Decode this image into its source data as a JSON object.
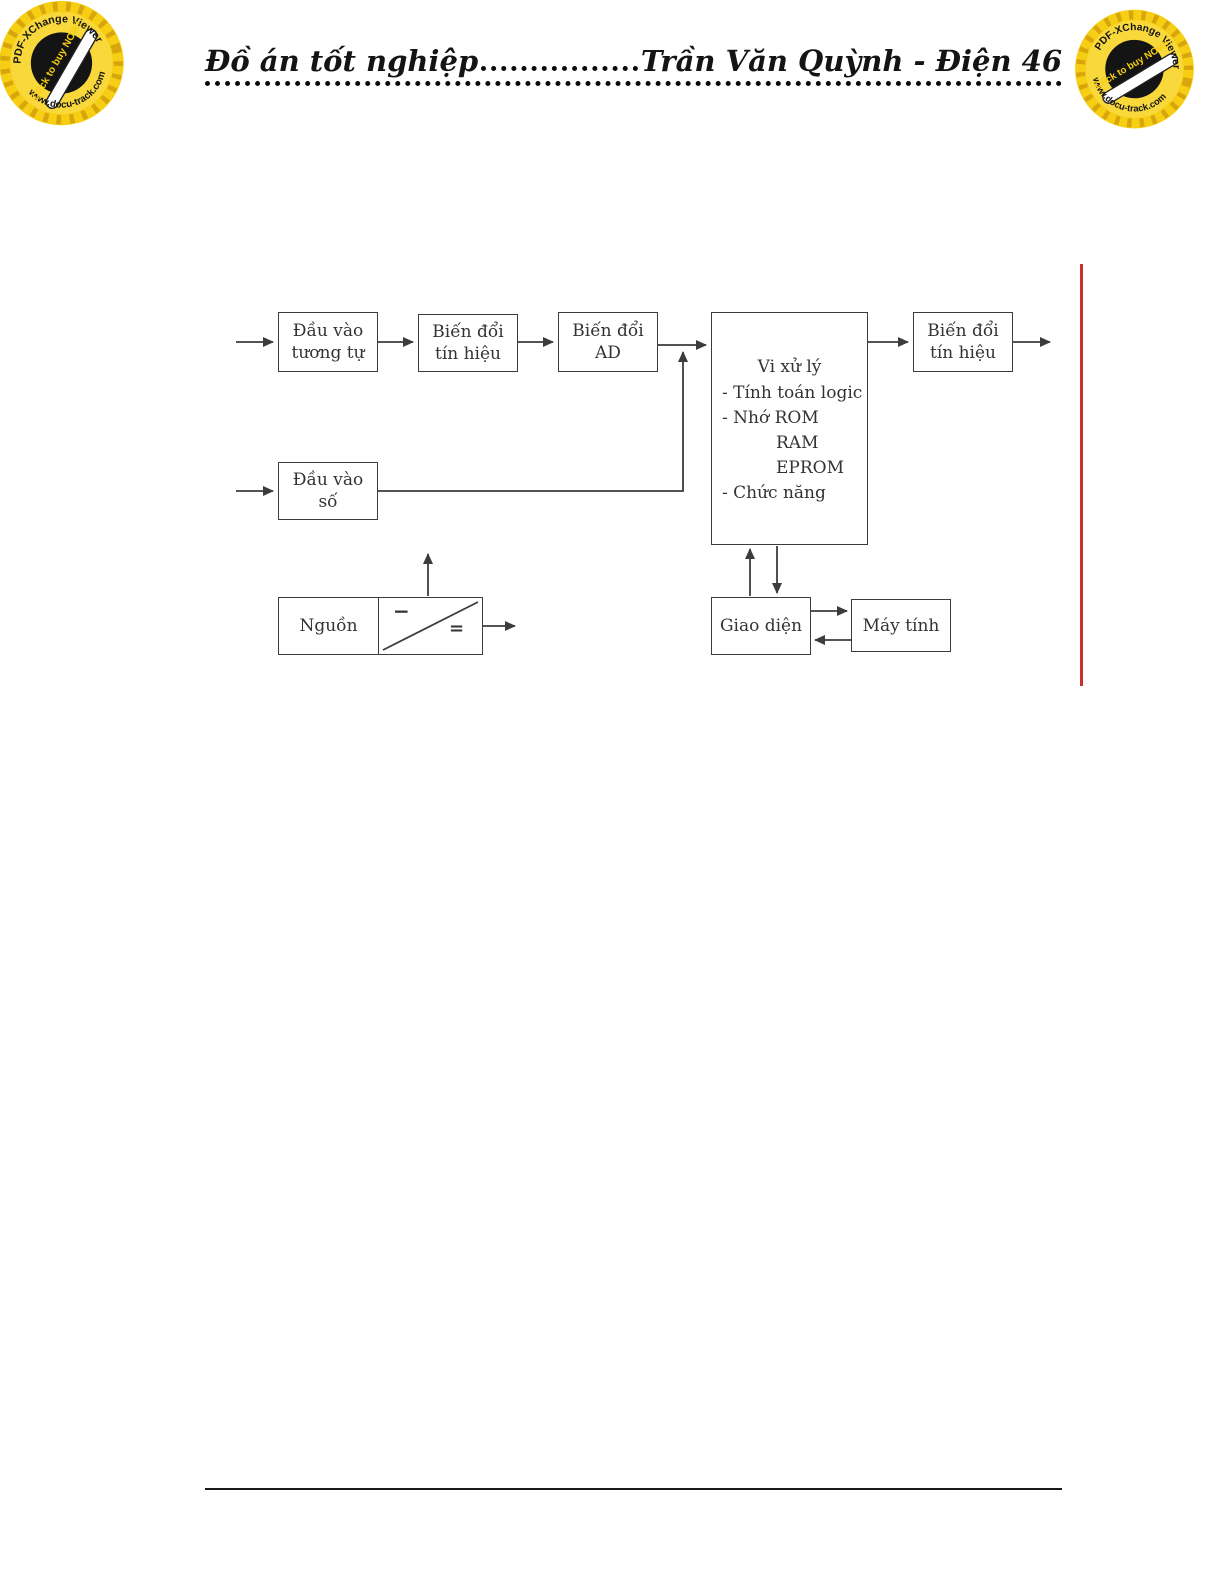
{
  "header": {
    "left_title": "Đồ án tốt nghiệp",
    "right_title": "Trần Văn Quỳnh - Điện 46"
  },
  "stamp": {
    "top_text": "PDF-XChange Viewer",
    "middle_text": "Click to buy NOW!",
    "bottom_text": "www.docu-track.com"
  },
  "diagram": {
    "analog_input": {
      "line1": "Đầu vào",
      "line2": "tương tự"
    },
    "signal_conv_in": {
      "line1": "Biến đổi",
      "line2": "tín hiệu"
    },
    "ad_conv": {
      "line1": "Biến đổi",
      "line2": "AD"
    },
    "cpu": {
      "title": "Vi xử lý",
      "items": [
        "- Tính toán logic",
        "- Nhớ ROM",
        "RAM",
        "EPROM",
        "- Chức năng"
      ]
    },
    "signal_conv_out": {
      "line1": "Biến đổi",
      "line2": "tín hiệu"
    },
    "digital_input": {
      "line1": "Đầu vào",
      "line2": "số"
    },
    "power": {
      "label": "Nguồn",
      "symbol_top": "−",
      "symbol_bottom": "="
    },
    "interface": {
      "label": "Giao diện"
    },
    "computer": {
      "label": "Máy tính"
    }
  },
  "colors": {
    "stamp_yellow": "#f6ce13",
    "red_margin_rule": "#c9312b",
    "diagram_line": "#3c3c3c"
  }
}
